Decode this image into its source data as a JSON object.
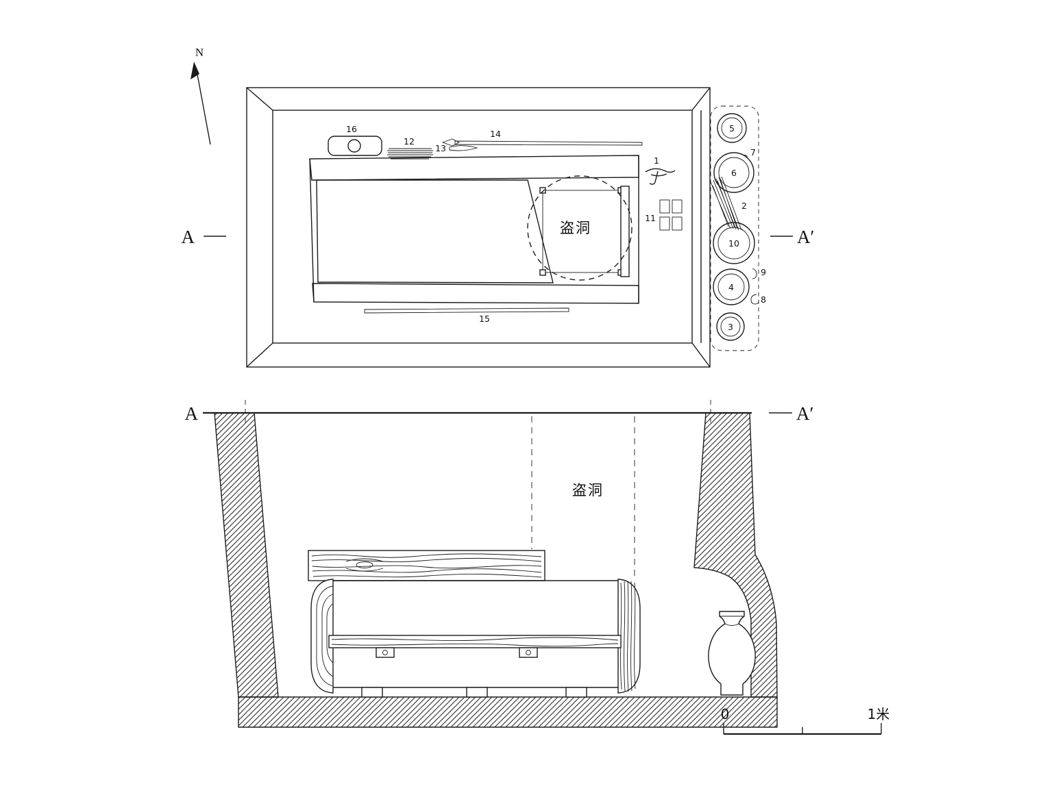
{
  "compass": {
    "north_label": "N"
  },
  "plan_view": {
    "marker_left": "A",
    "marker_right": "A′",
    "robber_hole": "盗洞",
    "labels": {
      "n1": "1",
      "n2": "2",
      "n3": "3",
      "n4": "4",
      "n5": "5",
      "n6": "6",
      "n7": "7",
      "n8": "8",
      "n9": "9",
      "n10": "10",
      "n11": "11",
      "n12": "12",
      "n13": "13",
      "n14": "14",
      "n15": "15",
      "n16": "16"
    }
  },
  "section_view": {
    "marker_left": "A",
    "marker_right": "A′",
    "robber_hole": "盗洞"
  },
  "scale_bar": {
    "zero": "0",
    "max": "1米"
  },
  "colors": {
    "ink": "#1b1b1b",
    "background": "#ffffff"
  }
}
